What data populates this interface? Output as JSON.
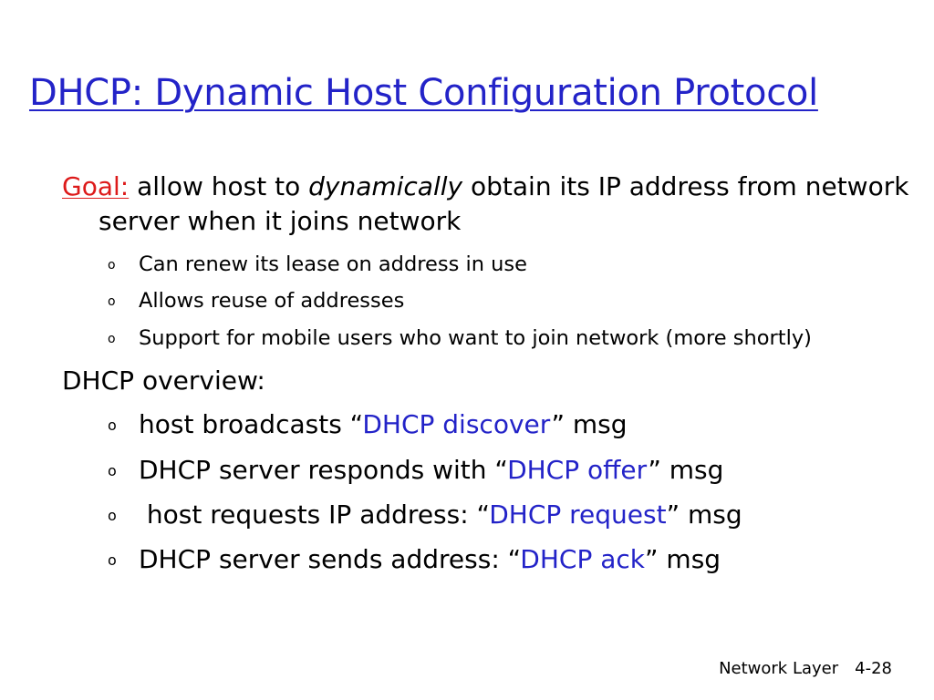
{
  "slide": {
    "title": "DHCP: Dynamic Host Configuration Protocol",
    "goal": {
      "label": "Goal:",
      "text_before": " allow host to ",
      "emphasis": "dynamically",
      "text_after": " obtain its IP address from network server when it joins network"
    },
    "goal_bullets": [
      "Can renew its lease on address in use",
      "Allows reuse of addresses",
      "Support for mobile users who want to join network (more shortly)"
    ],
    "overview_heading": "DHCP overview:",
    "overview_items": [
      {
        "before": "host broadcasts “",
        "msg": "DHCP discover",
        "after": "” msg"
      },
      {
        "before": "DHCP server responds with “",
        "msg": "DHCP offer",
        "after": "” msg"
      },
      {
        "before": " host requests IP address: “",
        "msg": "DHCP request",
        "after": "” msg"
      },
      {
        "before": "DHCP server sends address: “",
        "msg": "DHCP ack",
        "after": "” msg"
      }
    ],
    "bullet_glyph": "o",
    "footer": {
      "section": "Network Layer",
      "page": "4-28"
    },
    "colors": {
      "title": "#2323c8",
      "goal_label": "#dd1a1a",
      "message_names": "#2323c8"
    }
  }
}
